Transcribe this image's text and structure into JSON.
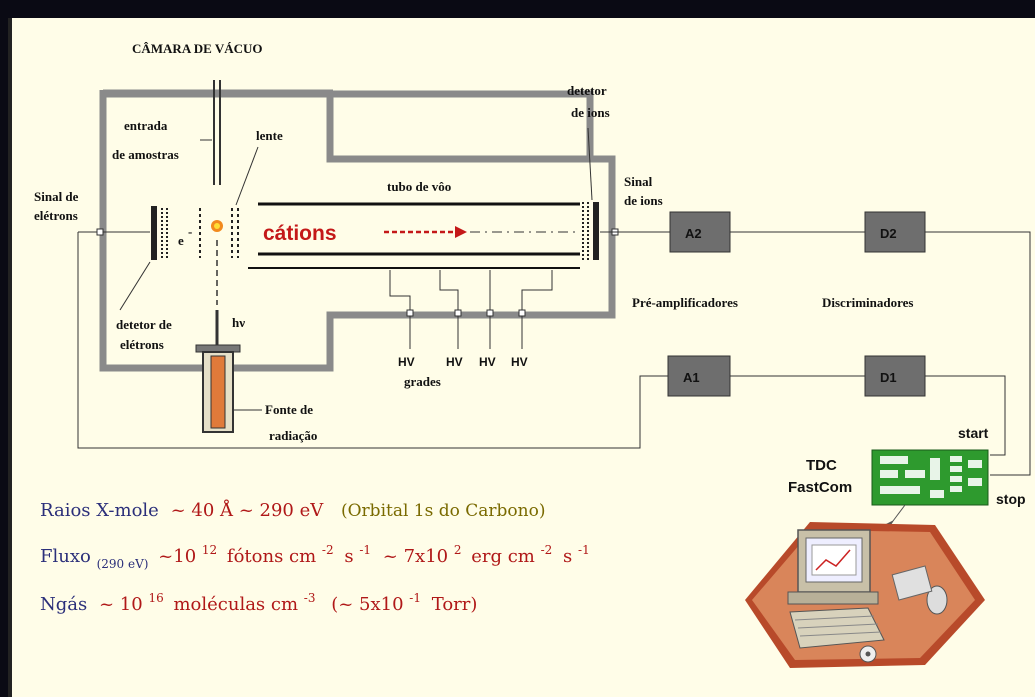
{
  "labels": {
    "chamber_title": "CÂMARA DE VÁCUO",
    "ion_detector_1": "detetor",
    "ion_detector_2": "de ions",
    "sample_entry_1": "entrada",
    "sample_entry_2": "de amostras",
    "lens": "lente",
    "flight_tube": "tubo de vôo",
    "electron_signal_1": "Sinal de",
    "electron_signal_2": "elétrons",
    "ion_signal_1": "Sinal",
    "ion_signal_2": "de ions",
    "electron_symbol": "e",
    "electron_sup": "-",
    "cations": "cátions",
    "electron_detector_1": "detetor de",
    "electron_detector_2": "elétrons",
    "hv_photon": "hν",
    "hv": "HV",
    "grades": "grades",
    "source_1": "Fonte de",
    "source_2": "radiação",
    "preamps": "Pré-amplificadores",
    "discriminators": "Discriminadores",
    "start": "start",
    "stop": "stop",
    "tdc_1": "TDC",
    "tdc_2": "FastCom"
  },
  "boxes": {
    "a2": "A2",
    "d2": "D2",
    "a1": "A1",
    "d1": "D1"
  },
  "equations": {
    "line1_a": "Raios X-mole",
    "line1_b": "~ 40 Å ~ 290 eV",
    "line1_c": "(Orbital 1s do Carbono)",
    "line2_a": "Fluxo",
    "line2_sub": "(290 eV)",
    "line2_b": "~10",
    "line2_exp1": "12",
    "line2_c": "fótons cm",
    "line2_exp2": "-2",
    "line2_d": "s",
    "line2_exp3": "-1",
    "line2_e": "~ 7x10",
    "line2_exp4": "2",
    "line2_f": "erg cm",
    "line2_exp5": "-2",
    "line2_g": "s",
    "line2_exp6": "-1",
    "line3_a": "Ngás",
    "line3_b": "~ 10",
    "line3_exp1": "16",
    "line3_c": "moléculas cm",
    "line3_exp2": "-3",
    "line3_d": "(~ 5x10",
    "line3_exp3": "-1",
    "line3_e": "Torr)"
  },
  "colors": {
    "navy": "#2b2f7a",
    "red": "#b01818",
    "olive": "#7a6a00",
    "chamber_gray": "#8a8a8a",
    "box_gray": "#6e6e6e",
    "board_green": "#2e9a2e",
    "source_orange": "#e07a3a"
  }
}
